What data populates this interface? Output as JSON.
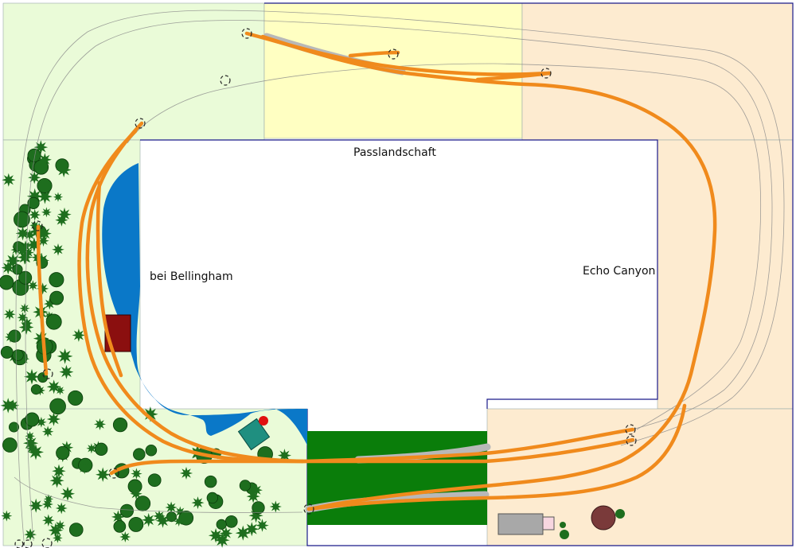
{
  "labels": {
    "pass": "Passlandschaft",
    "bellingham": "bei Bellingham",
    "echo": "Echo Canyon"
  },
  "colors": {
    "track": "#f08a1c",
    "track_edge": "#9a5a12",
    "hidden_track": "#8a8a8a",
    "platform": "#b8b8b8",
    "water": "#0a78c8",
    "grass": "#0a7d0a",
    "tree": "#1e6e1e",
    "board_green": "#eafbd8",
    "board_yellow": "#ffffc2",
    "board_peach": "#fdebd0",
    "board_border": "#1a1a8a",
    "building_red": "#8b0f0f",
    "building_teal": "#1f8f80",
    "signal_red": "#e01010",
    "round_house": "#7a3a3a"
  }
}
